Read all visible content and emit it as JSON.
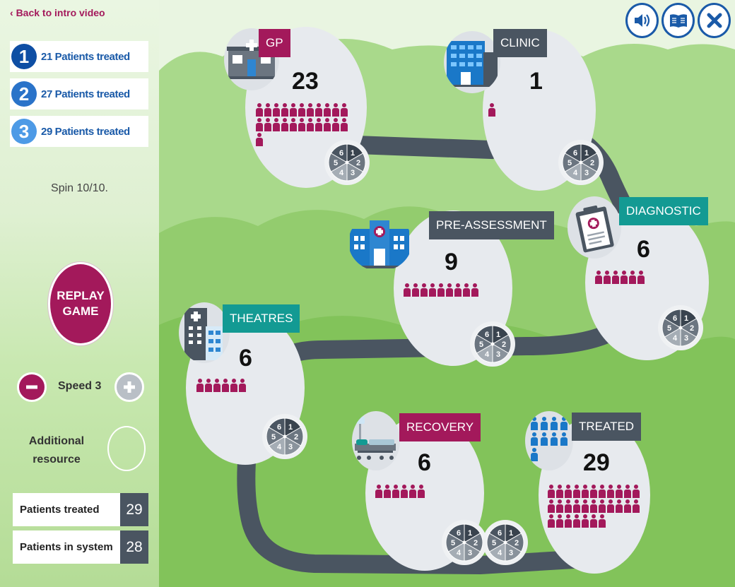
{
  "sidebar": {
    "back_label": "Back to intro video",
    "levels": [
      {
        "num": "1",
        "text": "21 Patients treated",
        "color": "#0e4ea4"
      },
      {
        "num": "2",
        "text": "27 Patients treated",
        "color": "#2a73c9"
      },
      {
        "num": "3",
        "text": "29 Patients treated",
        "color": "#4d9ae6"
      }
    ],
    "spin_text": "Spin 10/10.",
    "replay_label_1": "REPLAY",
    "replay_label_2": "GAME",
    "speed_label": "Speed 3",
    "additional_label_1": "Additional",
    "additional_label_2": "resource",
    "stats": [
      {
        "label": "Patients treated",
        "value": "29"
      },
      {
        "label": "Patients in system",
        "value": "28"
      }
    ]
  },
  "colors": {
    "magenta": "#a3195b",
    "slate": "#4a5561",
    "teal": "#139a93",
    "blue": "#1a5aa8"
  },
  "toolbar": {
    "icons": [
      "speaker-icon",
      "book-icon",
      "close-icon"
    ]
  },
  "wheel_numbers": [
    "1",
    "2",
    "3",
    "4",
    "5",
    "6"
  ],
  "stations": [
    {
      "key": "gp",
      "name": "GP",
      "count": "23",
      "patients": 23,
      "badge_color": "#a3195b",
      "people_color": "#a3195b"
    },
    {
      "key": "clinic",
      "name": "CLINIC",
      "count": "1",
      "patients": 1,
      "badge_color": "#4a5561",
      "people_color": "#a3195b"
    },
    {
      "key": "diagnostic",
      "name": "DIAGNOSTIC",
      "count": "6",
      "patients": 6,
      "badge_color": "#139a93",
      "people_color": "#a3195b"
    },
    {
      "key": "preassessment",
      "name": "PRE-ASSESSMENT",
      "count": "9",
      "patients": 9,
      "badge_color": "#4a5561",
      "people_color": "#a3195b"
    },
    {
      "key": "theatres",
      "name": "THEATRES",
      "count": "6",
      "patients": 6,
      "badge_color": "#139a93",
      "people_color": "#a3195b"
    },
    {
      "key": "recovery",
      "name": "RECOVERY",
      "count": "6",
      "patients": 6,
      "badge_color": "#a3195b",
      "people_color": "#a3195b"
    },
    {
      "key": "treated",
      "name": "TREATED",
      "count": "29",
      "patients": 29,
      "badge_color": "#4a5561",
      "people_color": "#a3195b"
    }
  ]
}
